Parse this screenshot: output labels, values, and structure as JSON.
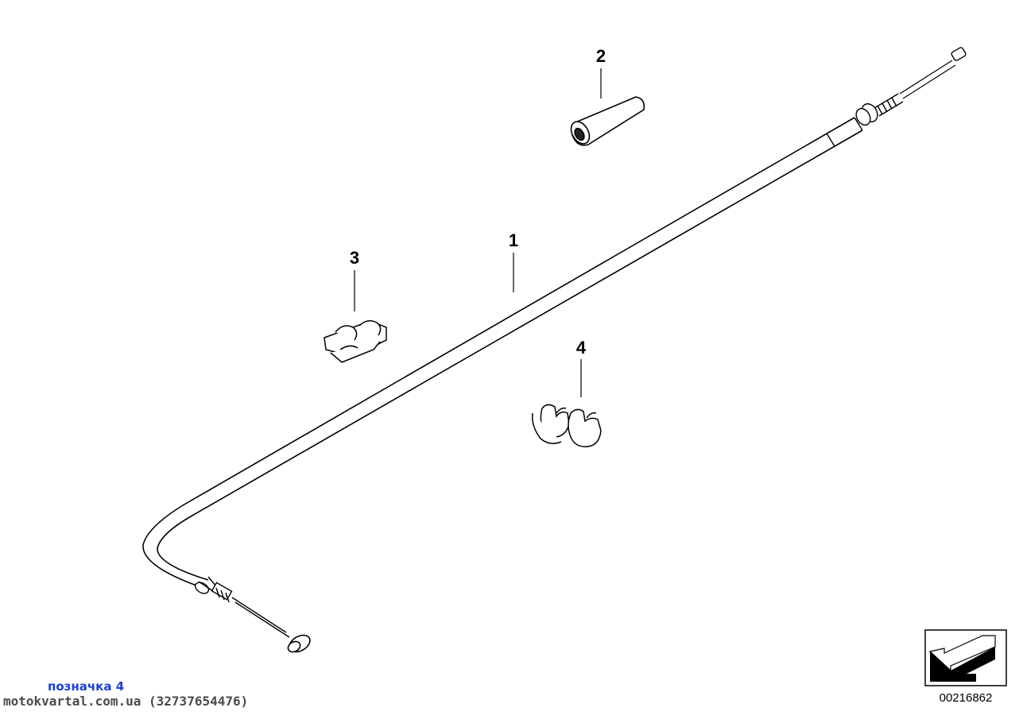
{
  "callouts": {
    "part1": "1",
    "part2": "2",
    "part3": "3",
    "part4": "4"
  },
  "marker_label": "позначка 4",
  "watermark": "motokvartal.com.ua (32737654476)",
  "diagram_number": "00216862",
  "icons": {
    "orientation": "arrow-icon"
  }
}
